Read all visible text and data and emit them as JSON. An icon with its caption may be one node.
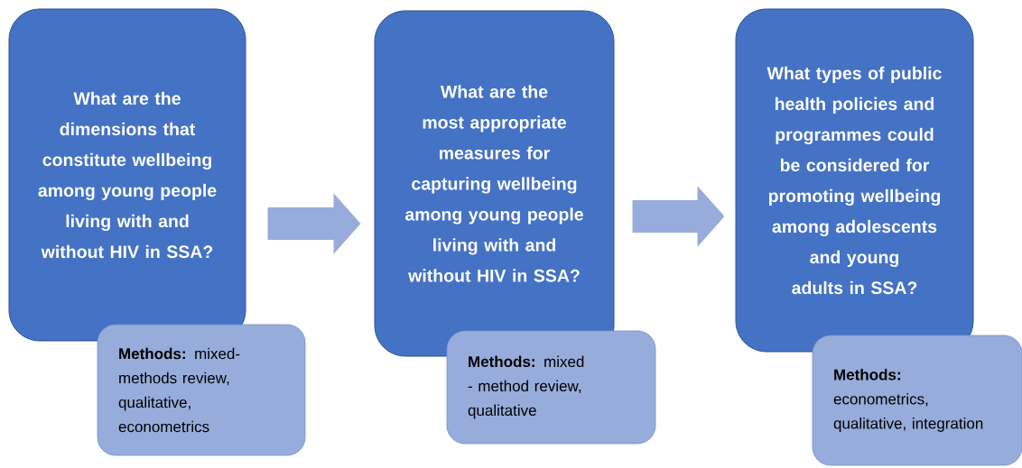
{
  "diagram": {
    "nodes": [
      {
        "text": [
          "What are the dimensions that constitute wellbeing among young people living with and without HIV in SSA?"
        ]
      },
      {
        "text": [
          "What are the most appropriate measures for capturing wellbeing among young people living with and without HIV in SSA?"
        ]
      },
      {
        "text": [
          "What types of public health policies and programmes could be considered for promoting wellbeing among adolescents and young adults in SSA?"
        ]
      },
      {
        "text": [
          "**Methods:** mixed-methods review, qualitative, econometrics"
        ]
      },
      {
        "text": [
          "**Methods:** mixed - method review, qualitative"
        ]
      },
      {
        "text": [
          "**Methods:** econometrics, qualitative, integration"
        ]
      }
    ],
    "edges": [
      {
        "from": 0,
        "to": 1,
        "arrow": "to"
      },
      {
        "from": 1,
        "to": 2,
        "arrow": "to"
      }
    ]
  }
}
